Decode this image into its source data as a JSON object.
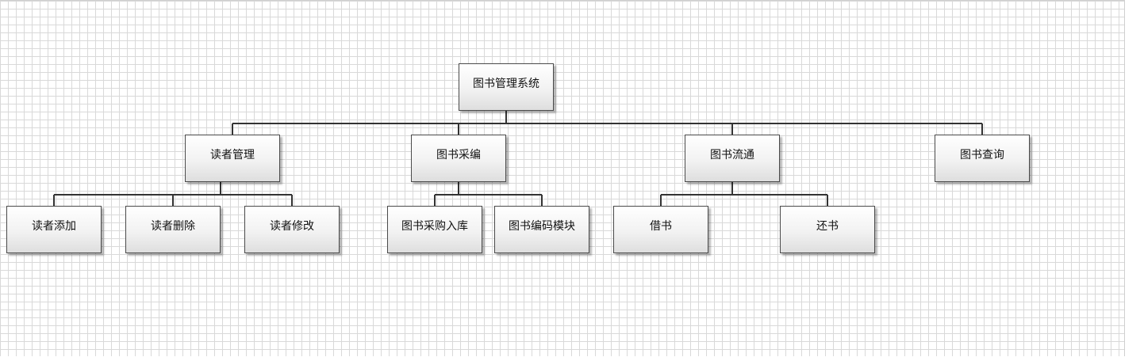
{
  "diagram": {
    "root": "图书管理系统",
    "modules": [
      {
        "label": "读者管理",
        "children": [
          "读者添加",
          "读者删除",
          "读者修改"
        ]
      },
      {
        "label": "图书采编",
        "children": [
          "图书采购入库",
          "图书编码模块"
        ]
      },
      {
        "label": "图书流通",
        "children": [
          "借书",
          "还书"
        ]
      },
      {
        "label": "图书查询",
        "children": []
      }
    ]
  },
  "style": {
    "grid_color": "#d9d9d9",
    "line_color": "#333333",
    "box_border": "#4a4a4a"
  }
}
